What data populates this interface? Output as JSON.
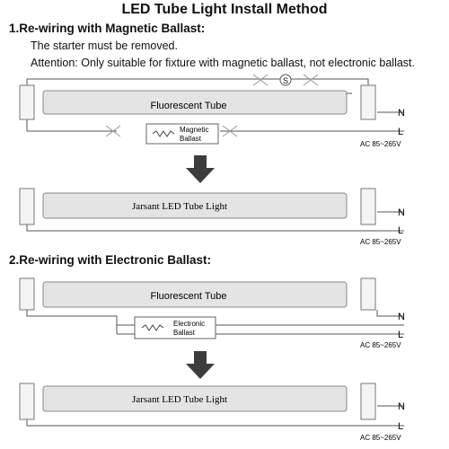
{
  "title": "LED Tube Light Install Method",
  "section1": {
    "heading": "1.Re-wiring with Magnetic Ballast:",
    "note1": "The starter must be removed.",
    "note2": "Attention: Only suitable for fixture with magnetic ballast, not electronic ballast.",
    "tube_label": "Fluorescent Tube",
    "starter_symbol": "S",
    "ballast_line1": "Magnetic",
    "ballast_line2": "Ballast",
    "led_label": "Jarsant LED Tube Light"
  },
  "section2": {
    "heading": "2.Re-wiring with Electronic Ballast:",
    "tube_label": "Fluorescent Tube",
    "ballast_line1": "Electronic",
    "ballast_line2": "Ballast",
    "led_label": "Jarsant LED Tube Light"
  },
  "labels": {
    "neutral": "N",
    "live": "L",
    "voltage": "AC 85~265V"
  },
  "colors": {
    "arrow": "#3c3c3c",
    "wire": "#555555",
    "tube": "#e4e4e4"
  }
}
